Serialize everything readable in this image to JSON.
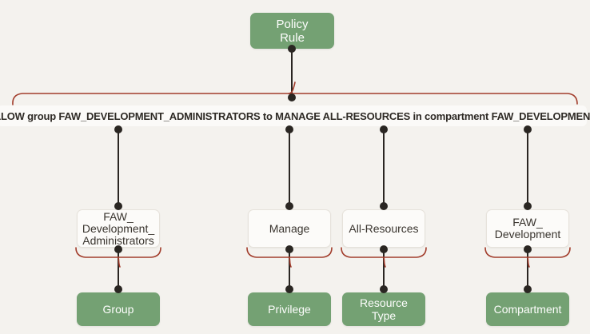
{
  "theme": {
    "page_bg": "#f4f2ee",
    "bar_bg": "#fbfaf8",
    "node_green": "#74a173",
    "white_node_bg": "#fcfbf9",
    "white_node_border": "#e6e2db",
    "text_dark": "#39342e",
    "statement_text": "#2e2a25",
    "brace": "#a23d2c",
    "line": "#2a2622",
    "node_text": "#fdfdfc"
  },
  "diagram": {
    "root": {
      "label_lines": [
        "Policy",
        "Rule"
      ]
    },
    "statement": "ALLOW group FAW_DEVELOPMENT_ADMINISTRATORS to MANAGE ALL-RESOURCES in compartment FAW_DEVELOPMENT",
    "columns": [
      {
        "id": "group",
        "value_lines": [
          "FAW_",
          "Development_",
          "Administrators"
        ],
        "category_lines": [
          "Group"
        ]
      },
      {
        "id": "privilege",
        "value_lines": [
          "Manage"
        ],
        "category_lines": [
          "Privilege"
        ]
      },
      {
        "id": "resource-type",
        "value_lines": [
          "All-Resources"
        ],
        "category_lines": [
          "Resource",
          "Type"
        ]
      },
      {
        "id": "compartment",
        "value_lines": [
          "FAW_",
          "Development"
        ],
        "category_lines": [
          "Compartment"
        ]
      }
    ]
  }
}
